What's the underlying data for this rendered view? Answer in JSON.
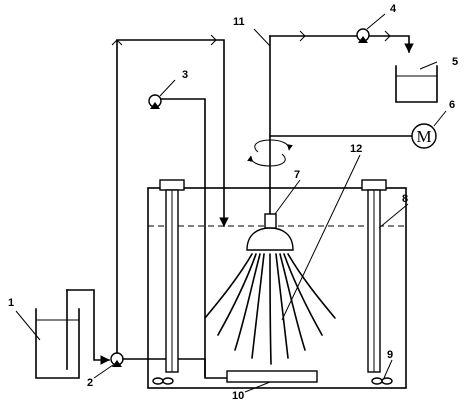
{
  "labels": {
    "beaker": "1",
    "inlet_pump": "2",
    "spray_pump": "3",
    "outlet_pump": "4",
    "collection_vessel": "5",
    "motor_callout": "6",
    "spray_head": "7",
    "electrode_rod": "8",
    "aerator": "9",
    "bottom_plate": "10",
    "shaft": "11",
    "spray_jets": "12"
  },
  "motor": {
    "letter": "M"
  }
}
